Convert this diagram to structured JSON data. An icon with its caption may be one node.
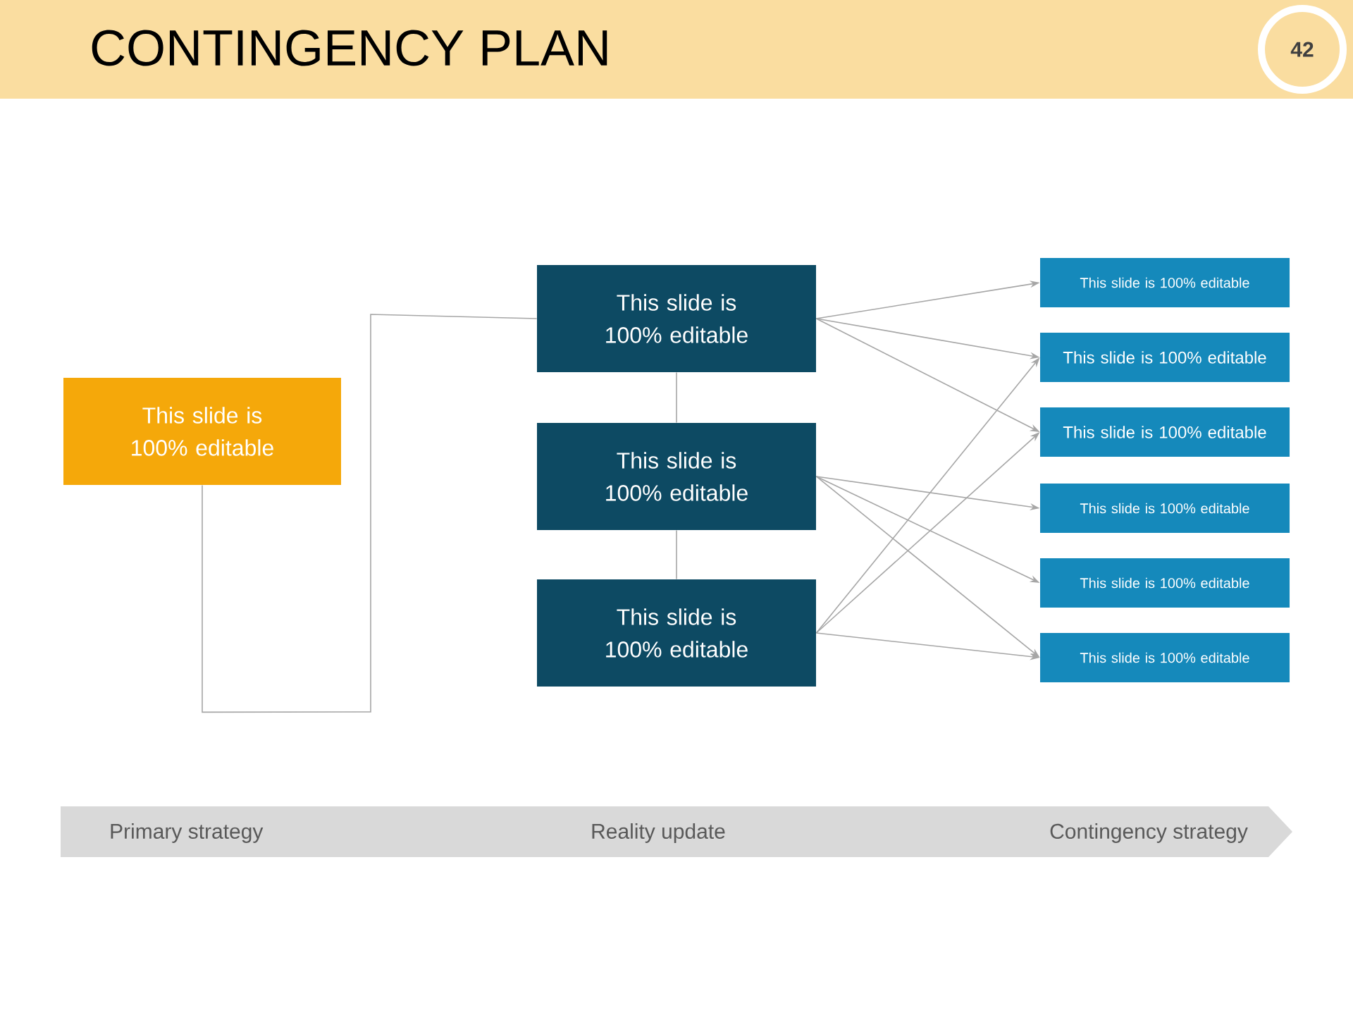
{
  "diagram": {
    "title": "CONTINGENCY PLAN",
    "nodes": [
      {
        "text": [
          "This slide is 100% editable"
        ]
      },
      {
        "text": [
          "This slide is 100% editable"
        ]
      },
      {
        "text": [
          "This slide is 100% editable"
        ]
      },
      {
        "text": [
          "This slide is 100% editable"
        ]
      },
      {
        "text": [
          "This slide is 100% editable"
        ]
      },
      {
        "text": [
          "This slide is 100% editable"
        ]
      },
      {
        "text": [
          "This slide is 100% editable"
        ]
      },
      {
        "text": [
          "This slide is 100% editable"
        ]
      },
      {
        "text": [
          "This slide is 100% editable"
        ]
      },
      {
        "text": [
          "This slide is 100% editable"
        ]
      }
    ],
    "edges": [
      {
        "from": 0,
        "to": 1,
        "arrow": "none"
      },
      {
        "from": 1,
        "to": 2,
        "arrow": "none"
      },
      {
        "from": 2,
        "to": 3,
        "arrow": "none"
      },
      {
        "from": 1,
        "to": 4,
        "arrow": "to"
      },
      {
        "from": 1,
        "to": 5,
        "arrow": "to"
      },
      {
        "from": 1,
        "to": 6,
        "arrow": "to"
      },
      {
        "from": 2,
        "to": 7,
        "arrow": "to"
      },
      {
        "from": 2,
        "to": 8,
        "arrow": "to"
      },
      {
        "from": 2,
        "to": 9,
        "arrow": "to"
      },
      {
        "from": 3,
        "to": 5,
        "arrow": "to"
      },
      {
        "from": 3,
        "to": 6,
        "arrow": "to"
      },
      {
        "from": 3,
        "to": 9,
        "arrow": "to"
      }
    ],
    "labels": [
      "42",
      "Primary strategy",
      "Reality update",
      "Contingency strategy"
    ]
  }
}
